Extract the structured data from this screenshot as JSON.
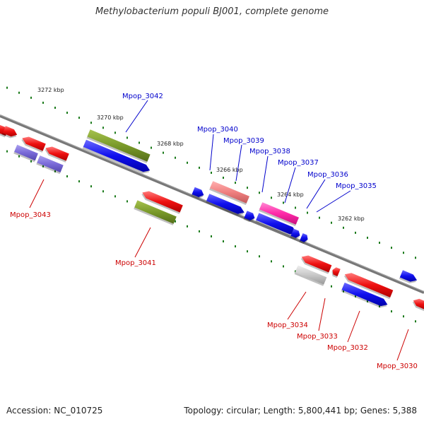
{
  "title": "Methylobacterium populi BJ001, complete genome",
  "footer": {
    "accession": "Accession: NC_010725",
    "topology": "Topology: circular; Length: 5,800,441 bp; Genes: 5,388"
  },
  "colors": {
    "forward_label": "#0000cc",
    "reverse_label": "#cc0000",
    "backbone": "#777777",
    "tick": "#1a7a1a"
  },
  "scale": {
    "ticks": [
      {
        "label": "3272 kbp"
      },
      {
        "label": "3270 kbp"
      },
      {
        "label": "3268 kbp"
      },
      {
        "label": "3266 kbp"
      },
      {
        "label": "3264 kbp"
      },
      {
        "label": "3262 kbp"
      }
    ]
  },
  "genes": {
    "forward": [
      {
        "label": "Mpop_3042",
        "color": "#3333ff"
      },
      {
        "label": "Mpop_3040",
        "color": "#3333ff"
      },
      {
        "label": "Mpop_3039",
        "color": "#3333ff"
      },
      {
        "label": "Mpop_3038",
        "color": "#3333ff"
      },
      {
        "label": "Mpop_3037",
        "color": "#3333ff"
      },
      {
        "label": "Mpop_3036",
        "color": "#3333ff"
      },
      {
        "label": "Mpop_3035",
        "color": "#3333ff"
      }
    ],
    "reverse": [
      {
        "label": "Mpop_3043",
        "color": "#ff2020"
      },
      {
        "label": "Mpop_3041",
        "color": "#ff2020"
      },
      {
        "label": "Mpop_3034",
        "color": "#ff2020"
      },
      {
        "label": "Mpop_3033",
        "color": "#ff2020"
      },
      {
        "label": "Mpop_3032",
        "color": "#ff2020"
      },
      {
        "label": "Mpop_3030",
        "color": "#ff2020"
      }
    ],
    "feature_colors": {
      "cds_olive": "#7a9a2a",
      "cds_salmon": "#f08080",
      "cds_pink": "#ff3ab0",
      "cds_lavender": "#7a6ad8",
      "cds_grey": "#c8c8c8"
    }
  }
}
